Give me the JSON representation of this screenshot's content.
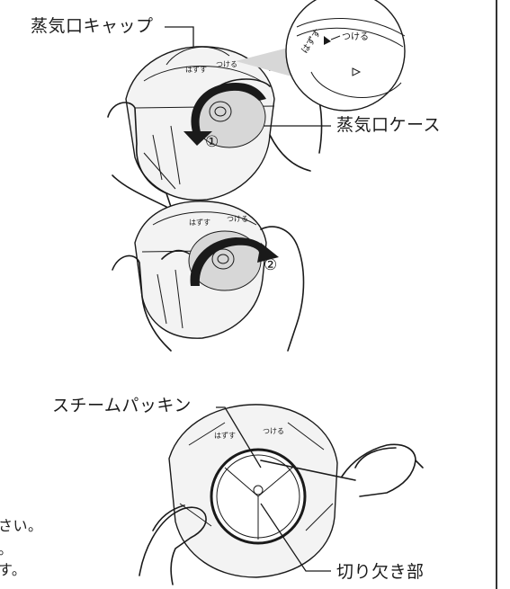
{
  "labels": {
    "steam_cap": "蒸気口キャップ",
    "steam_case": "蒸気口ケース",
    "steam_packing": "スチームパッキン",
    "notch": "切り欠き部"
  },
  "inset": {
    "remove": "はずす",
    "attach": "つける"
  },
  "steps": {
    "step1": "①",
    "step2": "②"
  },
  "left_text": {
    "line1": "さい。",
    "line2": "。",
    "line3": "す。"
  }
}
